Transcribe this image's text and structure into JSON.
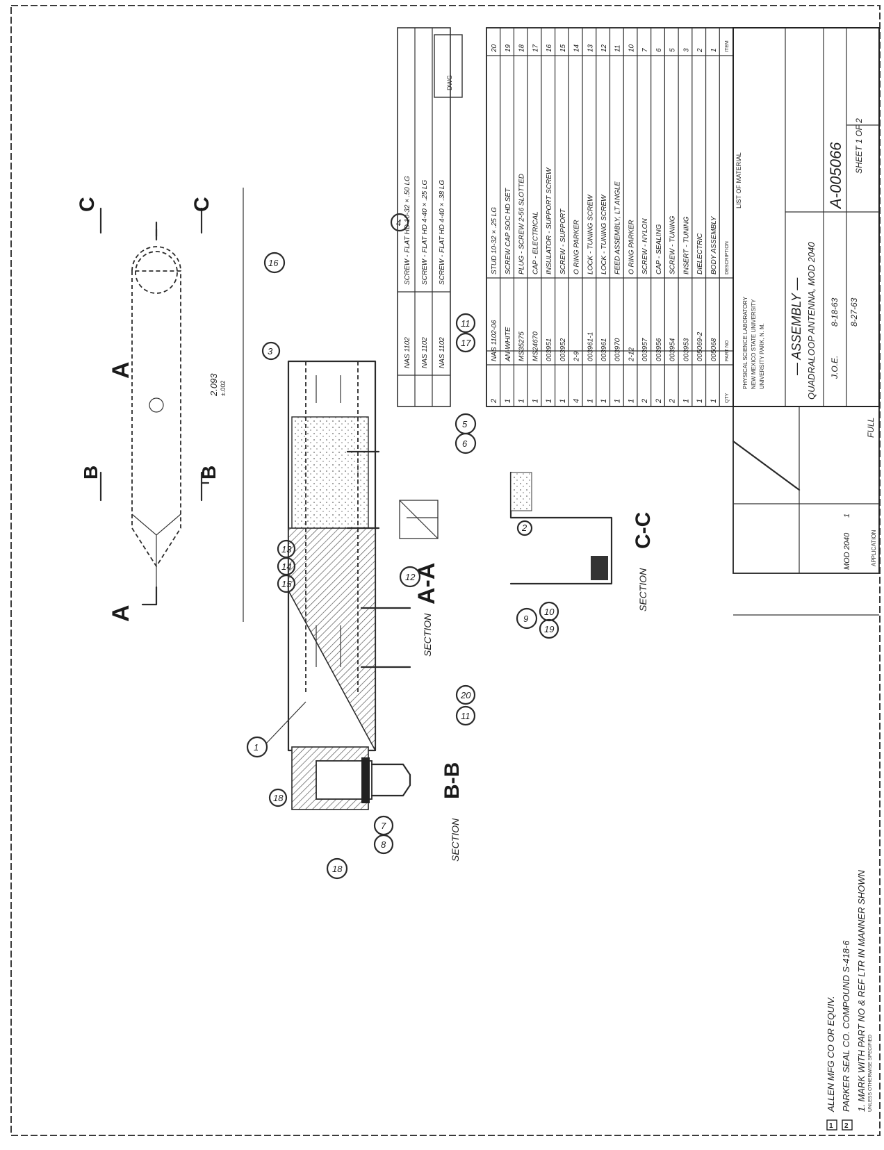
{
  "section_labels": {
    "a_left": "A",
    "a_right": "A",
    "b_top": "B",
    "b_bottom": "B",
    "c_top": "C",
    "c_bottom": "C",
    "section_aa_word": "SECTION",
    "section_aa": "A-A",
    "section_bb_word": "SECTION",
    "section_bb": "B-B",
    "section_cc_word": "SECTION",
    "section_cc": "C-C"
  },
  "dimension": {
    "value": "2.093",
    "tolerance": "±.002"
  },
  "balloons": {
    "b1": "1",
    "b3": "3",
    "b4": "4",
    "b5": "5",
    "b6": "6",
    "b7": "7",
    "b8": "8",
    "b9": "9",
    "b10": "10",
    "b11a": "11",
    "b11b": "11",
    "b12": "12",
    "b13": "13",
    "b14": "14",
    "b15": "15",
    "b16": "16",
    "b17": "17",
    "b18a": "18",
    "b18b": "18",
    "b19": "19",
    "b20": "20",
    "b2": "2"
  },
  "notes": {
    "n1": "ALLEN MFG CO OR EQUIV.",
    "n2": "PARKER SEAL CO. COMPOUND S-418-6",
    "n3": "1. MARK WITH PART NO & REF LTR IN MANNER SHOWN",
    "n4": "UNLESS OTHERWISE SPECIFIED",
    "flag1": "1",
    "flag2": "2"
  },
  "bom": {
    "rows": [
      {
        "qty": "2",
        "part": "NAS 1102-06",
        "desc": "STUD 10-32 × .25 LG",
        "item": "20"
      },
      {
        "qty": "1",
        "part": "AN-WHITE",
        "desc": "SCREW CAP SOC HD SET",
        "item": "19"
      },
      {
        "qty": "1",
        "part": "MS35275",
        "desc": "PLUG - SCREW 2-56 SLOTTED",
        "item": "18"
      },
      {
        "qty": "1",
        "part": "MS24670",
        "desc": "CAP - ELECTRICAL",
        "item": "17"
      },
      {
        "qty": "1",
        "part": "003951",
        "desc": "INSULATOR - SUPPORT SCREW",
        "item": "16"
      },
      {
        "qty": "1",
        "part": "003952",
        "desc": "SCREW - SUPPORT",
        "item": "15"
      },
      {
        "qty": "4",
        "part": "2-9",
        "desc": "O RING PARKER",
        "item": "14"
      },
      {
        "qty": "1",
        "part": "003961-1",
        "desc": "LOCK - TUNING SCREW",
        "item": "13"
      },
      {
        "qty": "1",
        "part": "003961",
        "desc": "LOCK - TUNING SCREW",
        "item": "12"
      },
      {
        "qty": "1",
        "part": "003970",
        "desc": "FEED ASSEMBLY, LT ANGLE",
        "item": "11"
      },
      {
        "qty": "1",
        "part": "2-12",
        "desc": "O RING PARKER",
        "item": "10"
      },
      {
        "qty": "2",
        "part": "003957",
        "desc": "SCREW - NYLON",
        "item": "7"
      },
      {
        "qty": "2",
        "part": "003956",
        "desc": "CAP - SEALING",
        "item": "6"
      },
      {
        "qty": "2",
        "part": "003954",
        "desc": "SCREW - TUNING",
        "item": "5"
      },
      {
        "qty": "1",
        "part": "003953",
        "desc": "INSERT - TUNING",
        "item": "3"
      },
      {
        "qty": "1",
        "part": "005069-2",
        "desc": "DIELECTRIC",
        "item": "2"
      },
      {
        "qty": "1",
        "part": "005068",
        "desc": "BODY ASSEMBLY",
        "item": "1"
      }
    ],
    "footer_qty": "QTY",
    "footer_part": "PART NO",
    "footer_desc": "DESCRIPTION",
    "footer_item": "ITEM",
    "title": "LIST OF MATERIAL"
  },
  "upper_table": {
    "rows": [
      {
        "part": "NAS 1102",
        "desc": "SCREW - FLAT HD 10-32 × .50 LG"
      },
      {
        "part": "NAS 1102",
        "desc": "SCREW - FLAT HD 4-40 × .25 LG"
      },
      {
        "part": "NAS 1102",
        "desc": "SCREW - FLAT HD 4-40 × .38 LG"
      }
    ],
    "code": "DWG"
  },
  "title_block": {
    "lab1": "PHYSICAL SCIENCE LABORATORY",
    "lab2": "NEW MEXICO STATE UNIVERSITY",
    "lab3": "UNIVERSITY PARK, N. M.",
    "title1": "— ASSEMBLY —",
    "title2": "QUADRALOOP ANTENNA, MOD 2040",
    "drawn": "J.O.E.",
    "drawn_date": "8-18-63",
    "checked_date": "8-27-63",
    "drawing_no": "A-005066",
    "sheet": "SHEET 1 OF 2",
    "scale": "FULL",
    "next_assy": "MOD 2040",
    "used_on": "1",
    "application": "APPLICATION"
  }
}
